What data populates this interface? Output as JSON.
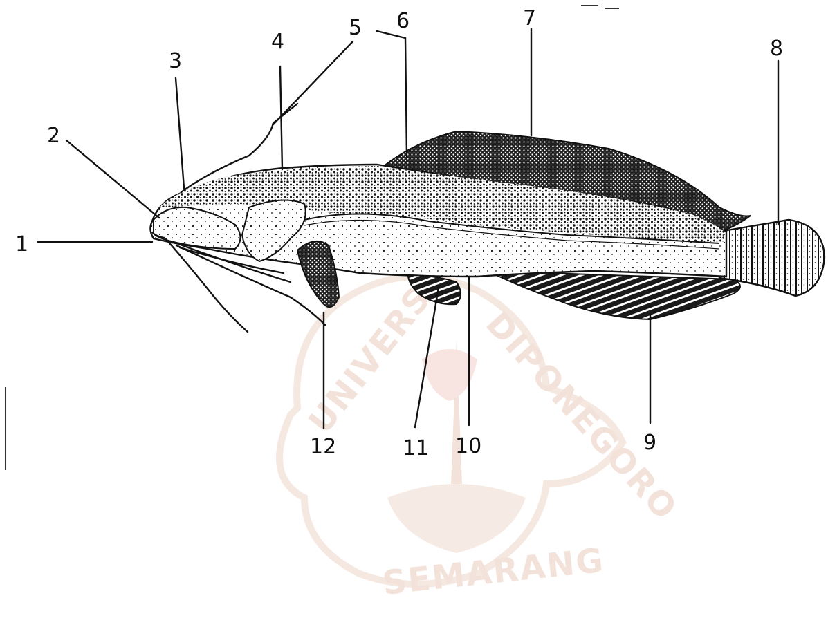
{
  "diagram": {
    "subject": "Catfish (lateral view) external morphology",
    "labels": [
      {
        "id": "1",
        "text": "1"
      },
      {
        "id": "2",
        "text": "2"
      },
      {
        "id": "3",
        "text": "3"
      },
      {
        "id": "4",
        "text": "4"
      },
      {
        "id": "5",
        "text": "5"
      },
      {
        "id": "6",
        "text": "6"
      },
      {
        "id": "7",
        "text": "7"
      },
      {
        "id": "8",
        "text": "8"
      },
      {
        "id": "9",
        "text": "9"
      },
      {
        "id": "10",
        "text": "10"
      },
      {
        "id": "11",
        "text": "11"
      },
      {
        "id": "12",
        "text": "12"
      }
    ]
  },
  "watermark": {
    "institution_top": "UNIVERSITAS DIPONEGORO",
    "institution_bottom": "SEMARANG"
  },
  "colors": {
    "ink": "#111111",
    "watermark": "#f1ded4",
    "background": "#ffffff"
  }
}
